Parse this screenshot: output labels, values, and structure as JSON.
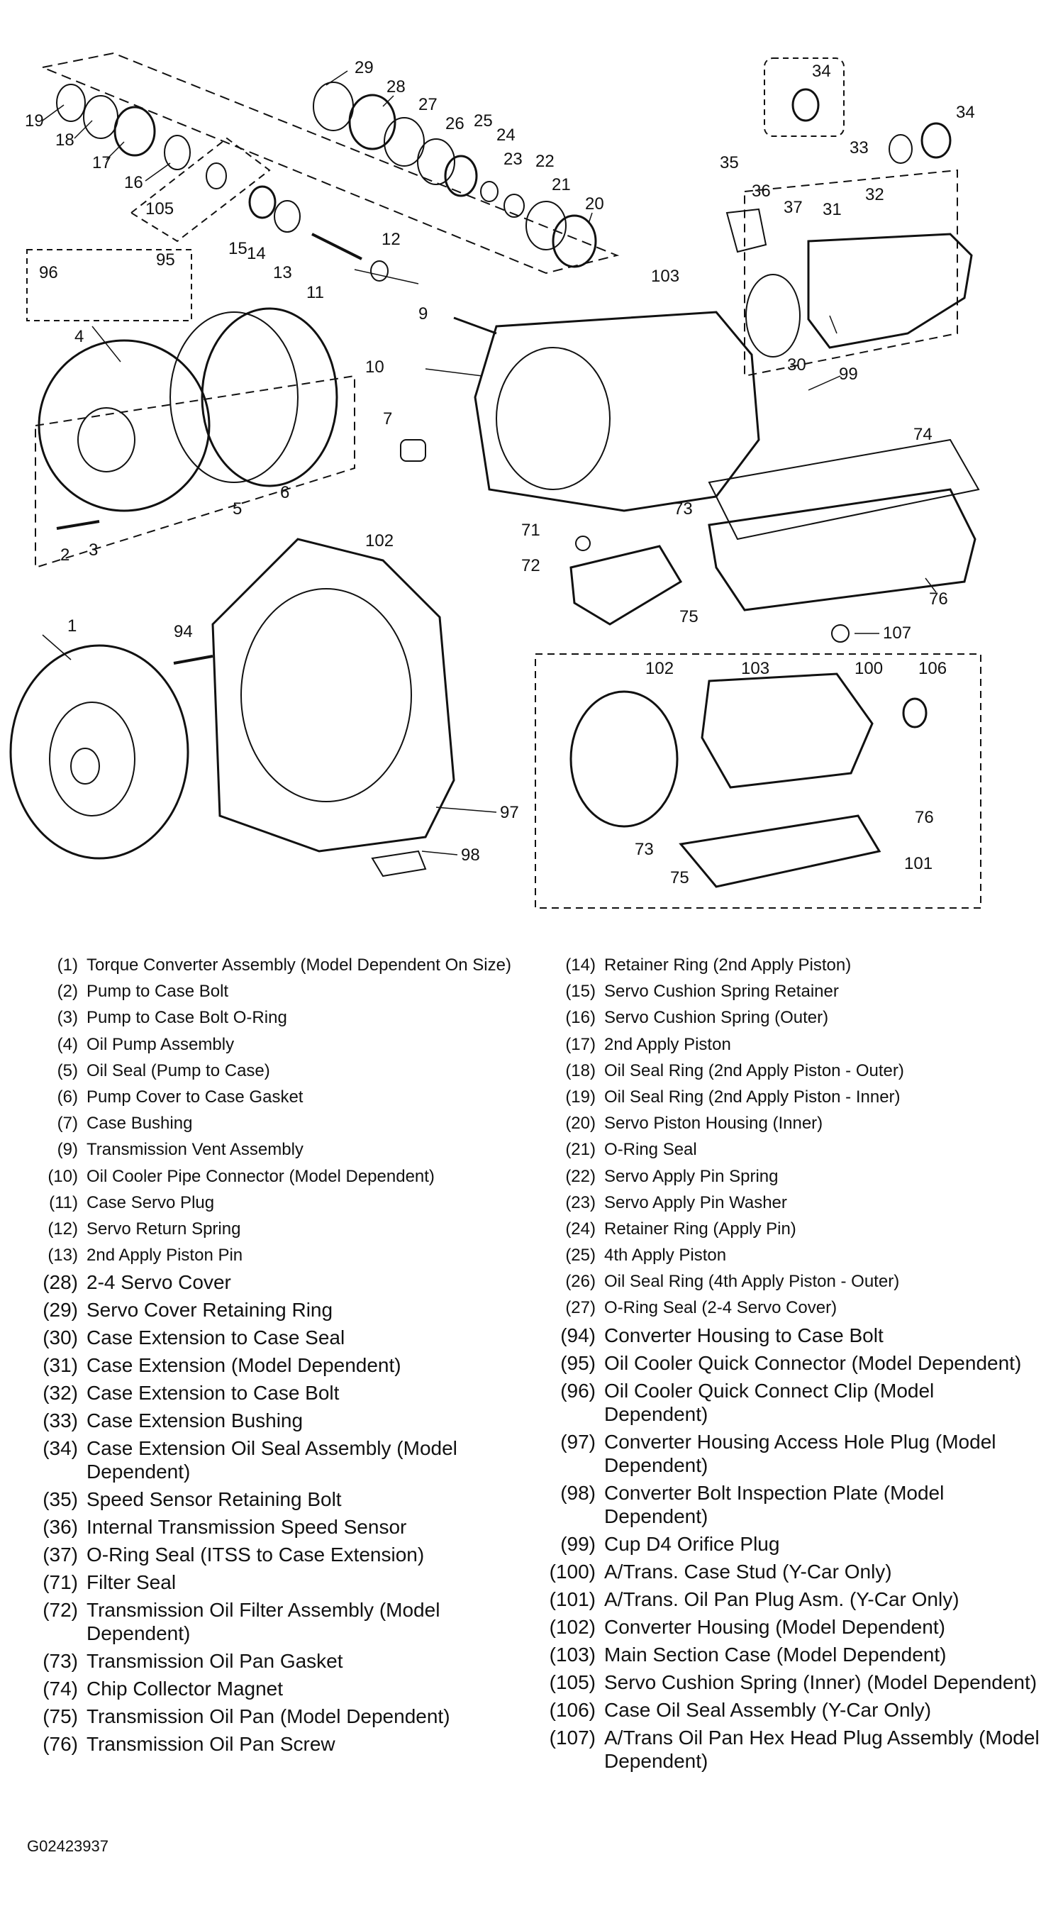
{
  "figure_id": "G02423937",
  "callouts": [
    "1",
    "2",
    "3",
    "4",
    "5",
    "6",
    "7",
    "9",
    "10",
    "11",
    "12",
    "13",
    "14",
    "15",
    "16",
    "17",
    "18",
    "19",
    "20",
    "21",
    "22",
    "23",
    "24",
    "25",
    "26",
    "27",
    "28",
    "29",
    "30",
    "31",
    "32",
    "33",
    "34",
    "35",
    "36",
    "37",
    "71",
    "72",
    "73",
    "74",
    "75",
    "76",
    "94",
    "95",
    "96",
    "97",
    "98",
    "99",
    "100",
    "101",
    "102",
    "103",
    "105",
    "106",
    "107"
  ],
  "legend_left_small": [
    {
      "num": "(1)",
      "text": "Torque Converter Assembly (Model Dependent On Size)"
    },
    {
      "num": "(2)",
      "text": "Pump to Case Bolt"
    },
    {
      "num": "(3)",
      "text": "Pump to Case Bolt O-Ring"
    },
    {
      "num": "(4)",
      "text": "Oil Pump Assembly"
    },
    {
      "num": "(5)",
      "text": "Oil Seal (Pump to Case)"
    },
    {
      "num": "(6)",
      "text": "Pump Cover to Case Gasket"
    },
    {
      "num": "(7)",
      "text": "Case Bushing"
    },
    {
      "num": "(9)",
      "text": "Transmission Vent Assembly"
    },
    {
      "num": "(10)",
      "text": "Oil Cooler Pipe Connector (Model Dependent)"
    },
    {
      "num": "(11)",
      "text": "Case Servo Plug"
    },
    {
      "num": "(12)",
      "text": "Servo Return Spring"
    },
    {
      "num": "(13)",
      "text": "2nd Apply Piston Pin"
    }
  ],
  "legend_left_large": [
    {
      "num": "(28)",
      "text": "2-4 Servo Cover"
    },
    {
      "num": "(29)",
      "text": "Servo Cover Retaining Ring"
    },
    {
      "num": "(30)",
      "text": "Case Extension to Case Seal"
    },
    {
      "num": "(31)",
      "text": "Case Extension (Model Dependent)"
    },
    {
      "num": "(32)",
      "text": "Case Extension to Case Bolt"
    },
    {
      "num": "(33)",
      "text": "Case Extension Bushing"
    },
    {
      "num": "(34)",
      "text": "Case Extension Oil Seal Assembly (Model Dependent)"
    },
    {
      "num": "(35)",
      "text": "Speed Sensor Retaining Bolt"
    },
    {
      "num": "(36)",
      "text": "Internal Transmission Speed Sensor"
    },
    {
      "num": "(37)",
      "text": "O-Ring Seal (ITSS to Case Extension)"
    },
    {
      "num": "(71)",
      "text": "Filter Seal"
    },
    {
      "num": "(72)",
      "text": "Transmission Oil Filter Assembly (Model Dependent)"
    },
    {
      "num": "(73)",
      "text": "Transmission Oil Pan Gasket"
    },
    {
      "num": "(74)",
      "text": "Chip Collector Magnet"
    },
    {
      "num": "(75)",
      "text": "Transmission Oil Pan (Model Dependent)"
    },
    {
      "num": "(76)",
      "text": "Transmission Oil Pan Screw"
    }
  ],
  "legend_right_small": [
    {
      "num": "(14)",
      "text": "Retainer Ring (2nd Apply Piston)"
    },
    {
      "num": "(15)",
      "text": "Servo Cushion Spring Retainer"
    },
    {
      "num": "(16)",
      "text": "Servo Cushion Spring (Outer)"
    },
    {
      "num": "(17)",
      "text": "2nd Apply Piston"
    },
    {
      "num": "(18)",
      "text": "Oil Seal Ring (2nd Apply Piston - Outer)"
    },
    {
      "num": "(19)",
      "text": "Oil Seal Ring (2nd Apply Piston - Inner)"
    },
    {
      "num": "(20)",
      "text": "Servo Piston Housing (Inner)"
    },
    {
      "num": "(21)",
      "text": "O-Ring Seal"
    },
    {
      "num": "(22)",
      "text": "Servo Apply Pin Spring"
    },
    {
      "num": "(23)",
      "text": "Servo Apply Pin Washer"
    },
    {
      "num": "(24)",
      "text": "Retainer Ring (Apply Pin)"
    },
    {
      "num": "(25)",
      "text": "4th Apply Piston"
    },
    {
      "num": "(26)",
      "text": "Oil Seal Ring (4th Apply Piston - Outer)"
    },
    {
      "num": "(27)",
      "text": "O-Ring Seal (2-4 Servo Cover)"
    }
  ],
  "legend_right_large": [
    {
      "num": "(94)",
      "text": "Converter Housing to Case Bolt"
    },
    {
      "num": "(95)",
      "text": "Oil Cooler Quick Connector (Model Dependent)"
    },
    {
      "num": "(96)",
      "text": "Oil Cooler Quick Connect Clip (Model Dependent)"
    },
    {
      "num": "(97)",
      "text": "Converter Housing Access Hole Plug (Model Dependent)"
    },
    {
      "num": "(98)",
      "text": "Converter Bolt Inspection Plate (Model Dependent)"
    },
    {
      "num": "(99)",
      "text": "Cup D4 Orifice Plug"
    },
    {
      "num": "(100)",
      "text": "A/Trans. Case Stud (Y-Car Only)"
    },
    {
      "num": "(101)",
      "text": "A/Trans. Oil Pan Plug Asm. (Y-Car Only)"
    },
    {
      "num": "(102)",
      "text": "Converter Housing (Model Dependent)"
    },
    {
      "num": "(103)",
      "text": "Main Section Case (Model Dependent)"
    },
    {
      "num": "(105)",
      "text": "Servo Cushion Spring (Inner) (Model Dependent)"
    },
    {
      "num": "(106)",
      "text": "Case Oil Seal Assembly (Y-Car Only)"
    },
    {
      "num": "(107)",
      "text": "A/Trans Oil Pan Hex Head Plug Assembly (Model Dependent)"
    }
  ]
}
